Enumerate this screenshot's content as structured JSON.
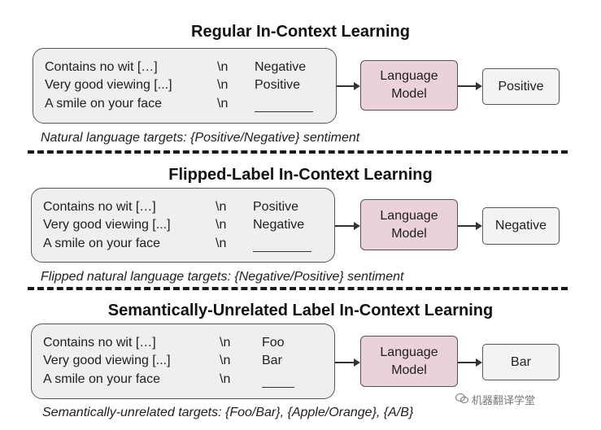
{
  "sections": [
    {
      "title": "Regular In-Context Learning",
      "rows": [
        {
          "text": "Contains no wit […]",
          "sep": "\\n",
          "label": "Negative"
        },
        {
          "text": "Very good viewing [...]",
          "sep": "\\n",
          "label": "Positive"
        },
        {
          "text": "A smile on your face",
          "sep": "\\n",
          "label": ""
        }
      ],
      "model": [
        "Language",
        "Model"
      ],
      "output": "Positive",
      "caption": "Natural language targets: {Positive/Negative} sentiment"
    },
    {
      "title": "Flipped-Label In-Context Learning",
      "rows": [
        {
          "text": "Contains no wit […]",
          "sep": "\\n",
          "label": "Positive"
        },
        {
          "text": "Very good viewing [...]",
          "sep": "\\n",
          "label": "Negative"
        },
        {
          "text": "A smile on your face",
          "sep": "\\n",
          "label": ""
        }
      ],
      "model": [
        "Language",
        "Model"
      ],
      "output": "Negative",
      "caption": "Flipped natural language targets: {Negative/Positive} sentiment"
    },
    {
      "title": "Semantically-Unrelated Label In-Context Learning",
      "rows": [
        {
          "text": "Contains no wit […]",
          "sep": "\\n",
          "label": "Foo"
        },
        {
          "text": "Very good viewing [...]",
          "sep": "\\n",
          "label": "Bar"
        },
        {
          "text": "A smile on your face",
          "sep": "\\n",
          "label": ""
        }
      ],
      "model": [
        "Language",
        "Model"
      ],
      "output": "Bar",
      "caption": "Semantically-unrelated targets: {Foo/Bar}, {Apple/Orange}, {A/B}"
    }
  ],
  "watermark": "机器翻译学堂",
  "colors": {
    "model_fill": "#ead1dc",
    "prompt_fill": "#efefef",
    "output_fill": "#f3f3f3"
  }
}
